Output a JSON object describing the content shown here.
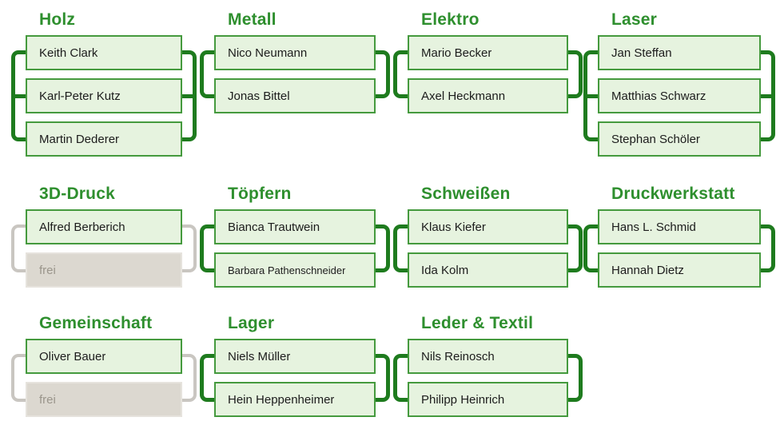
{
  "colors": {
    "header_green": "#2e8f2e",
    "slot_border_green": "#459a3e",
    "slot_bg_green": "#e6f3df",
    "bracket_green": "#1e7b1e",
    "free_slot_bg": "#dcd8d0",
    "free_slot_text": "#9a958b",
    "bracket_gray_free": "#c9c6c1",
    "name_text": "#1c1c1c"
  },
  "groups": [
    {
      "title": "Holz",
      "slots": [
        {
          "label": "Keith Clark",
          "free": false
        },
        {
          "label": "Karl-Peter Kutz",
          "free": false
        },
        {
          "label": "Martin Dederer",
          "free": false
        }
      ]
    },
    {
      "title": "Metall",
      "slots": [
        {
          "label": "Nico Neumann",
          "free": false
        },
        {
          "label": "Jonas Bittel",
          "free": false
        }
      ]
    },
    {
      "title": "Elektro",
      "slots": [
        {
          "label": "Mario Becker",
          "free": false
        },
        {
          "label": "Axel Heckmann",
          "free": false
        }
      ]
    },
    {
      "title": "Laser",
      "slots": [
        {
          "label": "Jan Steffan",
          "free": false
        },
        {
          "label": "Matthias Schwarz",
          "free": false
        },
        {
          "label": "Stephan Schöler",
          "free": false
        }
      ]
    },
    {
      "title": "3D-Druck",
      "slots": [
        {
          "label": "Alfred Berberich",
          "free": false
        },
        {
          "label": "frei",
          "free": true
        }
      ]
    },
    {
      "title": "Töpfern",
      "slots": [
        {
          "label": "Bianca Trautwein",
          "free": false
        },
        {
          "label": "Barbara Pathenschneider",
          "free": false
        }
      ]
    },
    {
      "title": "Schweißen",
      "slots": [
        {
          "label": "Klaus Kiefer",
          "free": false
        },
        {
          "label": "Ida Kolm",
          "free": false
        }
      ]
    },
    {
      "title": "Druckwerkstatt",
      "slots": [
        {
          "label": "Hans L. Schmid",
          "free": false
        },
        {
          "label": "Hannah Dietz",
          "free": false
        }
      ]
    },
    {
      "title": "Gemeinschaft",
      "slots": [
        {
          "label": "Oliver Bauer",
          "free": false
        },
        {
          "label": "frei",
          "free": true
        }
      ]
    },
    {
      "title": "Lager",
      "slots": [
        {
          "label": "Niels Müller",
          "free": false
        },
        {
          "label": "Hein Heppenheimer",
          "free": false
        }
      ]
    },
    {
      "title": "Leder & Textil",
      "slots": [
        {
          "label": "Nils Reinosch",
          "free": false
        },
        {
          "label": "Philipp Heinrich",
          "free": false
        }
      ]
    }
  ]
}
